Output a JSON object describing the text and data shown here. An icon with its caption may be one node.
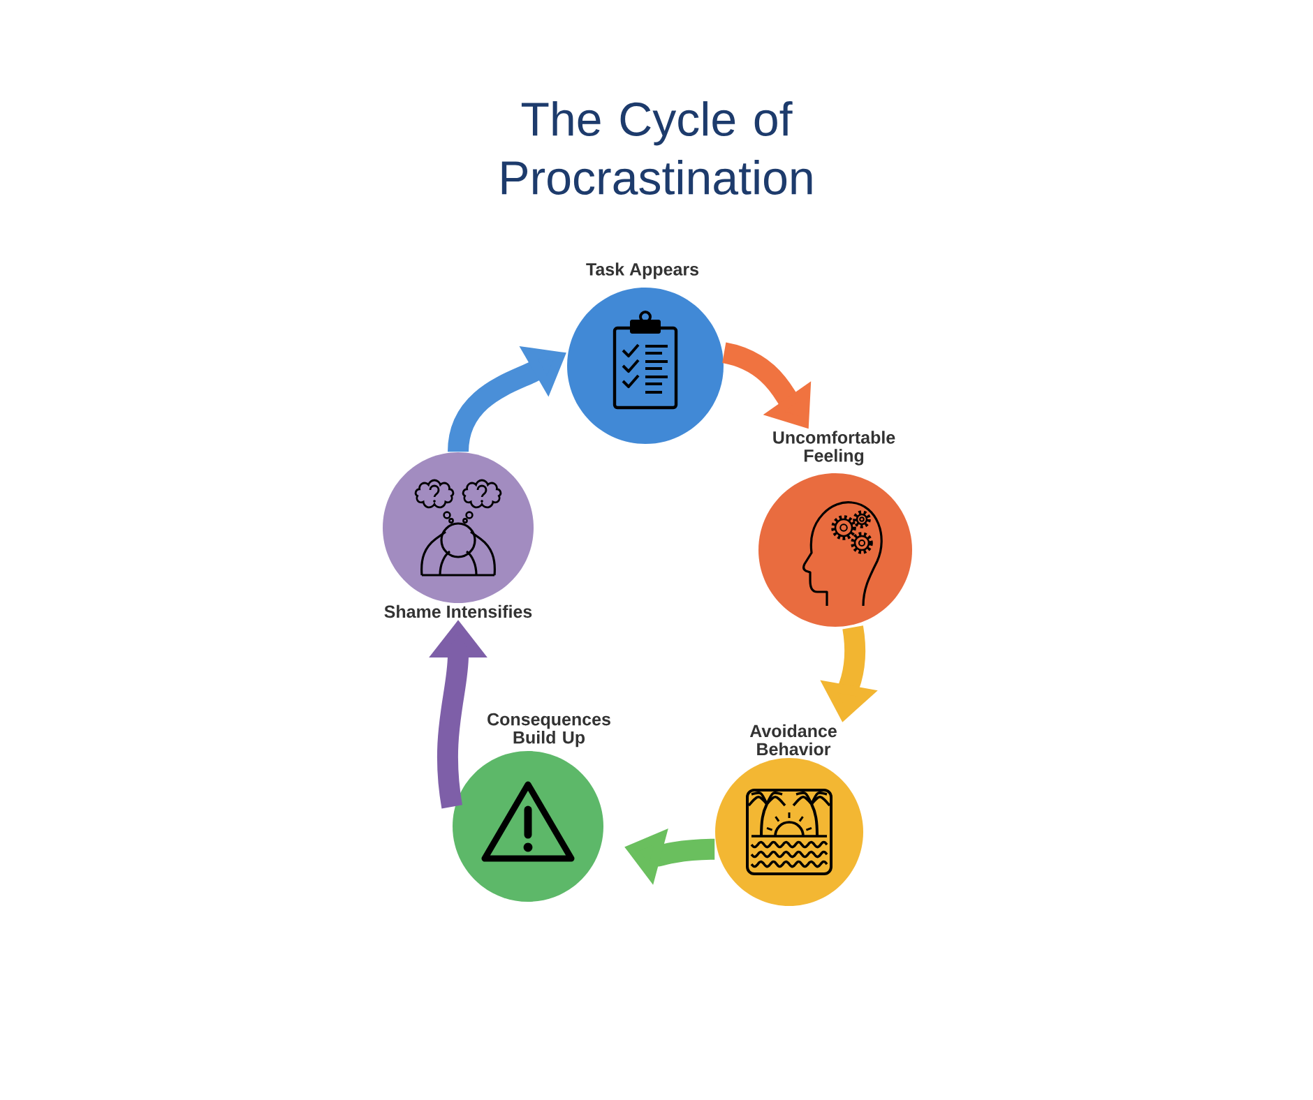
{
  "diagram": {
    "title": "The Cycle of Procrastination",
    "nodes": [
      {
        "text": [
          "Task Appears"
        ]
      },
      {
        "text": [
          "Uncomfortable Feeling"
        ]
      },
      {
        "text": [
          "Avoidance Behavior"
        ]
      },
      {
        "text": [
          "Consequences Build Up"
        ]
      },
      {
        "text": [
          "Shame Intensifies"
        ]
      }
    ],
    "edges": [
      {
        "from": 0,
        "to": 1,
        "arrow": "to",
        "color": "#f07340"
      },
      {
        "from": 1,
        "to": 2,
        "arrow": "to",
        "color": "#f2b531"
      },
      {
        "from": 2,
        "to": 3,
        "arrow": "to",
        "color": "#6abf5e"
      },
      {
        "from": 3,
        "to": 4,
        "arrow": "to",
        "color": "#7e5fa8"
      },
      {
        "from": 4,
        "to": 0,
        "arrow": "to",
        "color": "#4a8fd8"
      }
    ]
  }
}
